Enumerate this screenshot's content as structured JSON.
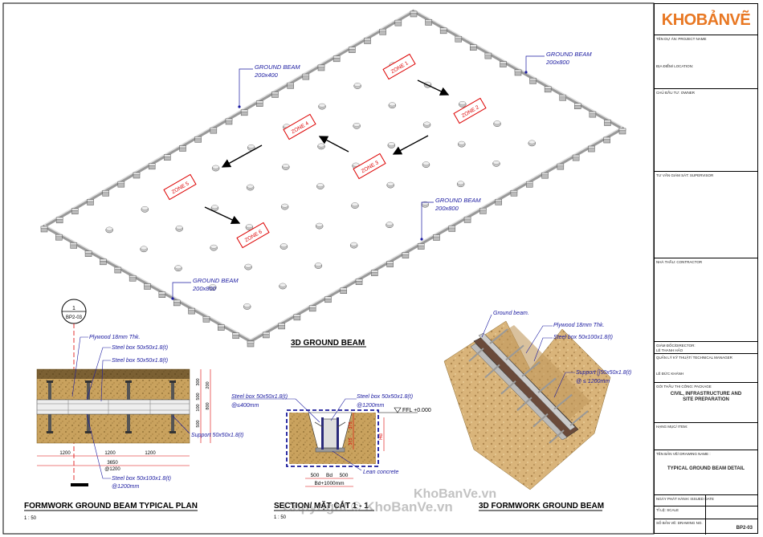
{
  "titleblock": {
    "logo": "KHOBẢNVẼ",
    "project_name_label": "TÊN DỰ ÁN: PROJECT NAME",
    "location_label": "Địa điểm/ Location:",
    "owner_label": "CHỦ ĐẦU TƯ: OWNER",
    "supervisor_label": "TƯ VẤN GIÁM SÁT: SUPERVISOR",
    "contractor_label": "NHÀ THẦU: CONTRACTOR",
    "director_label": "GIÁM ĐỐC/DIRECTOR:",
    "director_name": "LÊ THANH HẢO",
    "manager_label": "QUẢN LÝ KỸ THUẬT/ TECHNICAL MANAGER",
    "drawer_label": "LÊ ĐỨC KHÁNH",
    "package_label": "GÓI THẦU THI CÔNG: PACKAGE",
    "package_value_1": "CIVIL, INFRASTRUCTURE AND",
    "package_value_2": "SITE PREPARATION",
    "item_label": "HẠNG MỤC/ ITEM:",
    "drawing_name_label": "TÊN BẢN VẼ/ DRAWING NAME :",
    "drawing_name": "TYPICAL GROUND BEAM DETAIL",
    "issued_label": "NGÀY PHÁT HÀNH: ISSUED DATE",
    "scale_label": "TỈ LỆ: SCALE",
    "drawing_no_label": "SỐ BẢN VẼ: DRAWING NO.",
    "drawing_no": "BP2-03"
  },
  "iso": {
    "title": "3D GROUND BEAM",
    "labels": [
      {
        "text": "GROUND BEAM",
        "sub": "200x400"
      },
      {
        "text": "GROUND BEAM",
        "sub": "200x800"
      },
      {
        "text": "GROUND BEAM",
        "sub": "200x800"
      },
      {
        "text": "GROUND BEAM",
        "sub": "200x800"
      }
    ],
    "zones": [
      "ZONE 1",
      "ZONE 2",
      "ZONE 3",
      "ZONE 4",
      "ZONE 5",
      "ZONE 6"
    ]
  },
  "plan": {
    "title": "FORMWORK GROUND BEAM TYPICAL PLAN",
    "scale": "1 : 50",
    "marker_num": "1",
    "marker_ref": "BP2-03",
    "notes": [
      "Plywood 18mm Thk.",
      "Steel box 50x50x1.8(t)",
      "Steel box 50x50x1.8(t)",
      "Support 50x50x1.8(t)",
      "Steel box 50x100x1.8(t)",
      "@1200mm"
    ],
    "dims": [
      "1200",
      "1200",
      "1200",
      "3650",
      "@1200"
    ],
    "vdims": [
      "300",
      "500",
      "100",
      "500",
      "800",
      "200"
    ]
  },
  "section": {
    "title": "SECTION/ MẶT CẮT 1 - 1",
    "scale": "1 : 50",
    "notes": [
      "Steel box 50x50x1.8(t)",
      "@≤400mm",
      "Steel box 50x50x1.8(t)",
      "@1200mm",
      "FFL +0.000",
      "Lean concrete"
    ],
    "dims": [
      "500",
      "Bd",
      "500",
      "Bd+1000mm"
    ],
    "vdims": [
      "375",
      "375",
      "Hd"
    ]
  },
  "formwork3d": {
    "title": "3D FORMWORK GROUND BEAM",
    "notes": [
      "Ground beam.",
      "Plywood 18mm Thk.",
      "Steel box 50x100x1.8(t)",
      "Support []50x50x1.8(t)",
      "@ ≤ 1200mm"
    ]
  },
  "watermark": {
    "center": "Copyright © KhoBanVe.vn",
    "right": "KhoBanVe.vn"
  }
}
